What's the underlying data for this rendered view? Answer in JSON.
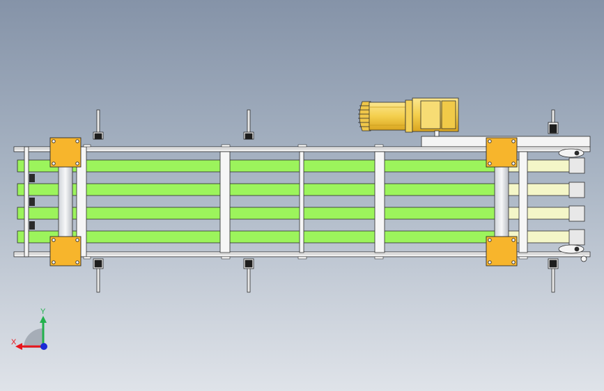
{
  "triad": {
    "x_label": "X",
    "y_label": "Y",
    "x_color": "#e8141b",
    "y_color": "#22b14c",
    "z_color": "#1a2bd6"
  },
  "colors": {
    "belt_green": "#9cf45c",
    "belt_light": "#f4f6c8",
    "block_orange": "#f7b52c",
    "motor_yellow": "#f4d25a",
    "frame_white": "#f4f4f4",
    "outline": "#2b2b2b"
  },
  "model": {
    "belt_count": 4,
    "cross_member_count": 4,
    "bearing_block_count": 4,
    "support_leg_count": 3
  }
}
